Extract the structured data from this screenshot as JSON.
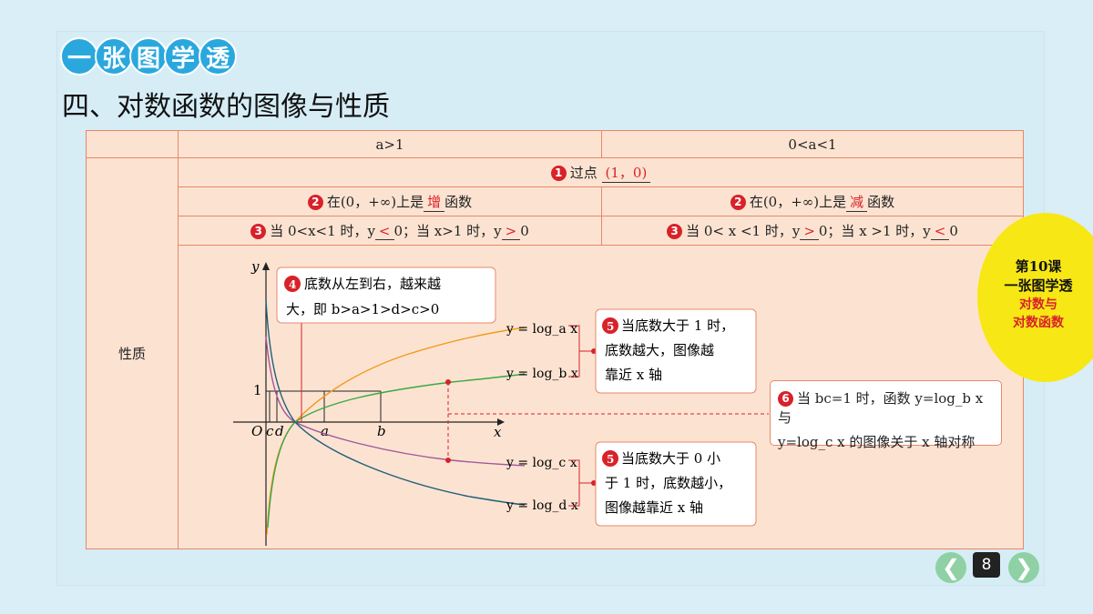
{
  "banner": [
    "一",
    "张",
    "图",
    "学",
    "透"
  ],
  "page_title": "四、对数函数的图像与性质",
  "table": {
    "header_a_gt_1": "a>1",
    "header_a_lt_1": "0<a<1",
    "row_label": "性质",
    "p1": {
      "num": "1",
      "text": "过点",
      "point": "(1，0)"
    },
    "p2_left": {
      "num": "2",
      "pre": "在(0，+∞)上是",
      "word": "增",
      "post": "函数"
    },
    "p2_right": {
      "num": "2",
      "pre": "在(0，+∞)上是",
      "word": "减",
      "post": "函数"
    },
    "p3_left": {
      "num": "3",
      "t1": "当 0<x<1 时，y",
      "s1": "<",
      "t2": "0；当 x>1 时，y",
      "s2": ">",
      "t3": "0"
    },
    "p3_right": {
      "num": "3",
      "t1": "当 0< x <1 时，y",
      "s1": ">",
      "t2": "0；当 x >1 时，y",
      "s2": "<",
      "t3": "0"
    }
  },
  "graph": {
    "note4": {
      "num": "4",
      "line1": "底数从左到右，越来越",
      "line2": "大，即 b>a>1>d>c>0"
    },
    "note5a": {
      "num": "5",
      "line1": "当底数大于 1 时，",
      "line2": "底数越大，图像越",
      "line3": "靠近 x 轴"
    },
    "note5b": {
      "num": "5",
      "line1": "当底数大于 0 小",
      "line2": "于 1 时，底数越小，",
      "line3": "图像越靠近 x 轴"
    },
    "note6": {
      "num": "6",
      "line1": "当 bc=1 时，函数 y=log_b x 与",
      "line2": "y=log_c x 的图像关于 x 轴对称"
    },
    "labels": {
      "y": "y",
      "x": "x",
      "O": "O",
      "c": "c",
      "d": "d",
      "a": "a",
      "b": "b",
      "one": "1"
    },
    "curves": {
      "a": "y = log_a x",
      "b": "y = log_b x",
      "c": "y = log_c x",
      "d": "y = log_d x"
    },
    "colors": {
      "a": "#f29a1e",
      "b": "#3aa845",
      "c": "#a0579f",
      "d": "#1f5f7a"
    }
  },
  "side": {
    "l1": "第10课",
    "l2": "一张图学透",
    "l3": "对数与",
    "l4": "对数函数"
  },
  "nav": {
    "prev": "❮",
    "next": "❯",
    "page": "8"
  }
}
